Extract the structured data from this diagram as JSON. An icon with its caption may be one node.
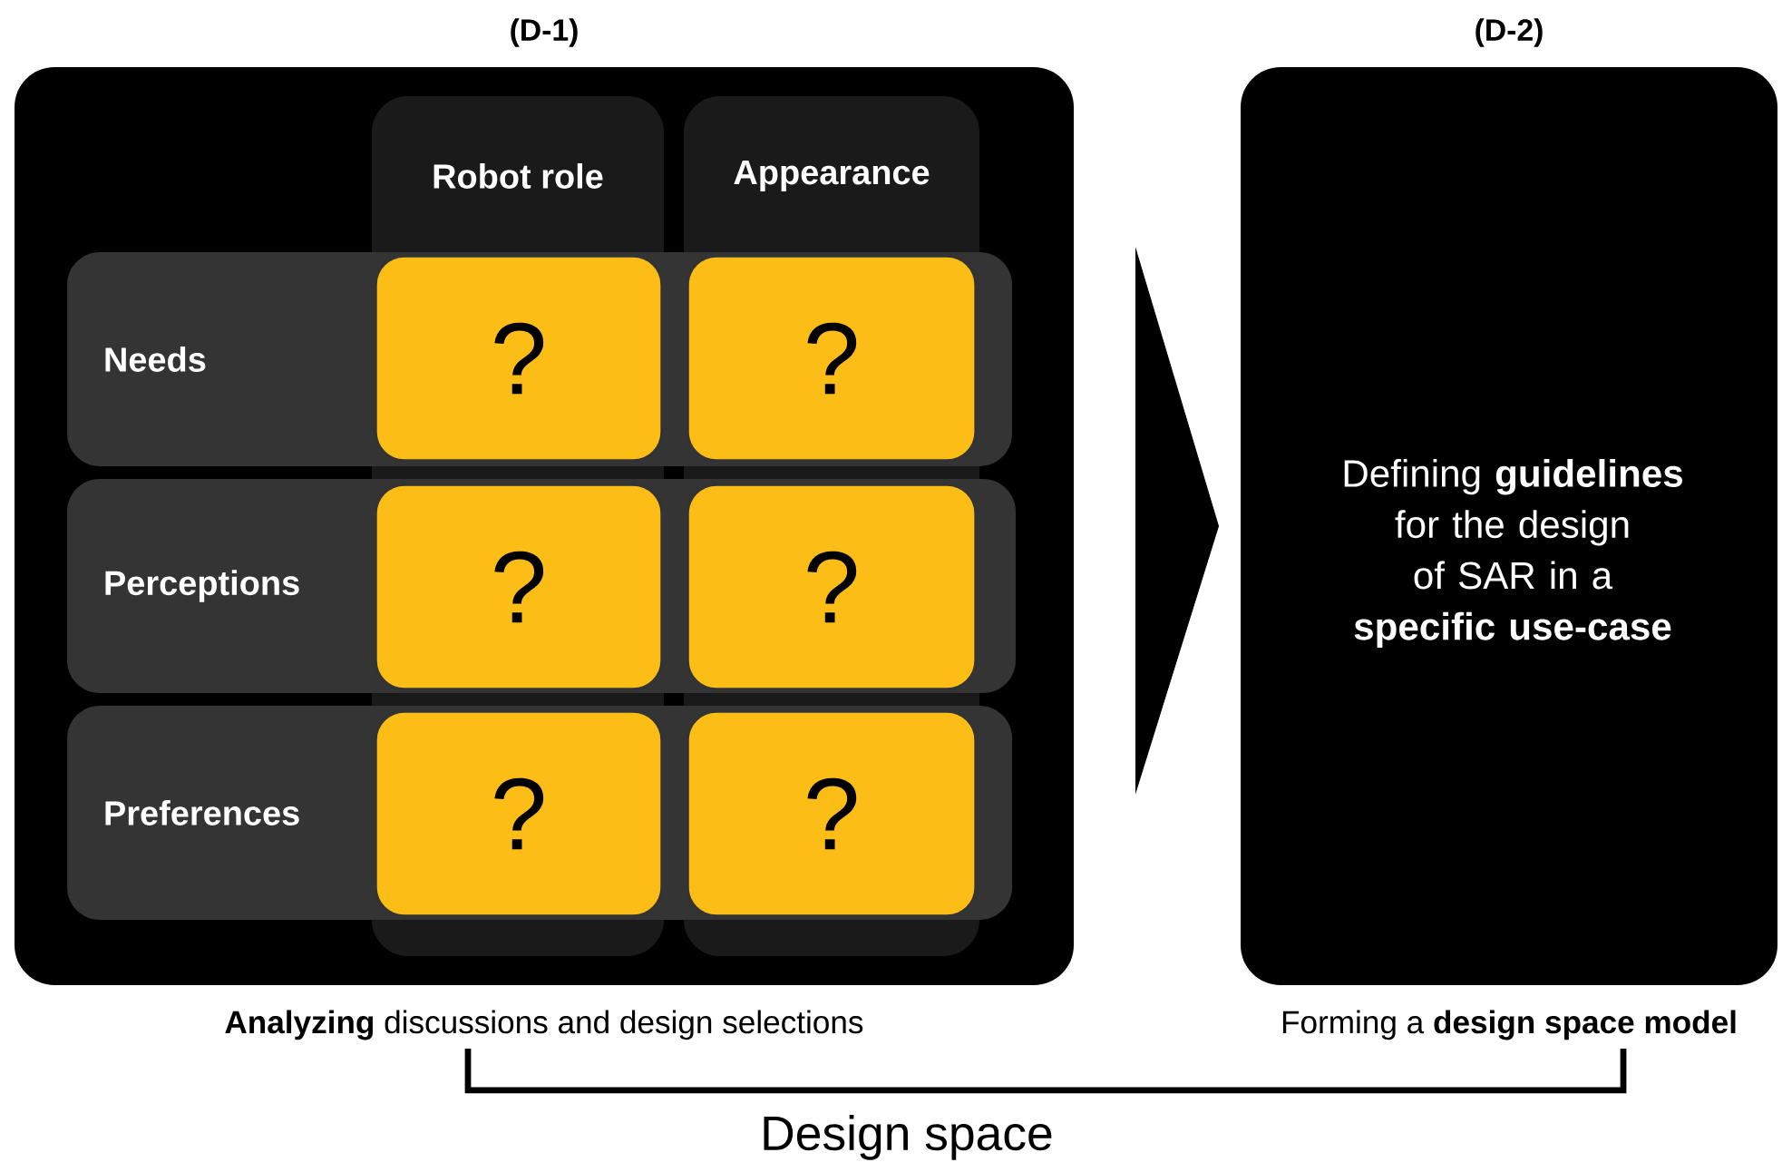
{
  "diagram": {
    "nodes": [
      {
        "text": [
          "(D-1)"
        ],
        "beside": [
          "**Analyzing** discussions and design selections"
        ]
      },
      {
        "text": [
          "Robot role"
        ],
        "in": 0
      },
      {
        "text": [
          "Appearance"
        ],
        "in": 0
      },
      {
        "text": [
          "Needs"
        ],
        "in": 0
      },
      {
        "text": [
          "Perceptions"
        ],
        "in": 0
      },
      {
        "text": [
          "Preferences"
        ],
        "in": 0
      },
      {
        "text": [
          "?"
        ]
      },
      {
        "text": [
          "?"
        ]
      },
      {
        "text": [
          "?"
        ]
      },
      {
        "text": [
          "?"
        ]
      },
      {
        "text": [
          "?"
        ]
      },
      {
        "text": [
          "?"
        ]
      },
      {
        "text": [
          "(D-2)",
          "Defining **guidelines** for the design of SAR in a **specific use-case**"
        ],
        "beside": [
          "Forming a **design space model**"
        ]
      }
    ],
    "edges": [
      {
        "from": 0,
        "to": 12,
        "arrow": "to"
      }
    ],
    "labels": [
      "Design space"
    ]
  }
}
